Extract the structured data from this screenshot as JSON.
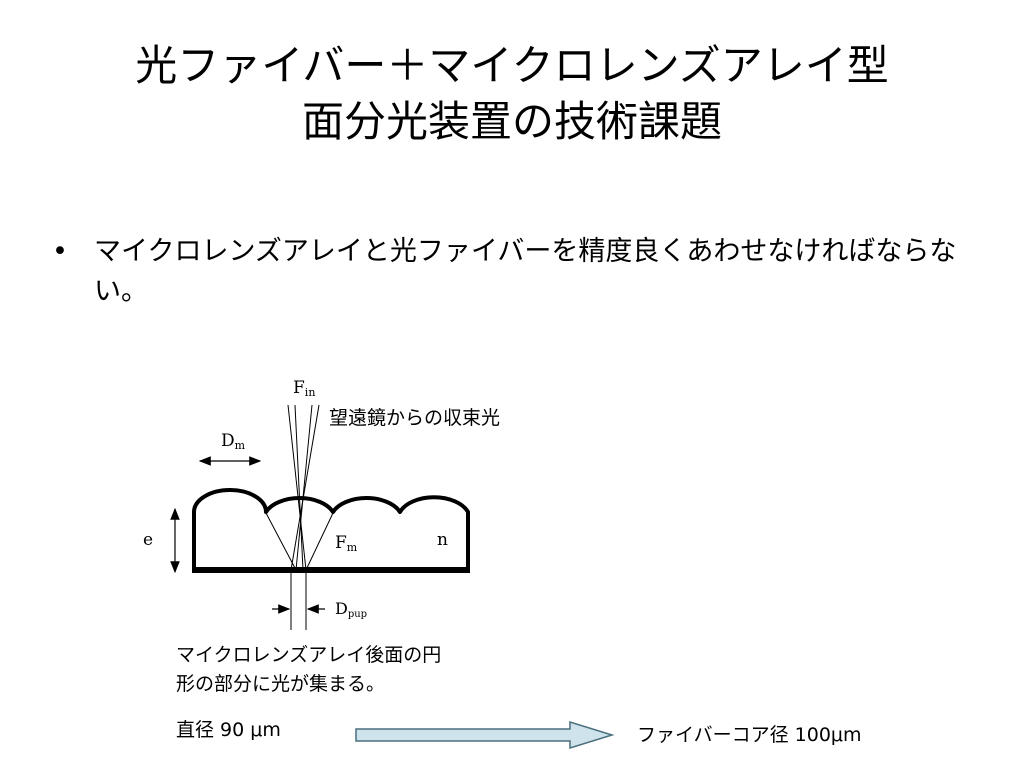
{
  "slide": {
    "title_line1": "光ファイバー＋マイクロレンズアレイ型",
    "title_line2": "面分光装置の技術課題",
    "bullet_marker": "•",
    "bullet_text": "マイクロレンズアレイと光ファイバーを精度良くあわせなければならない。"
  },
  "diagram": {
    "f_in": "F",
    "f_in_sub": "in",
    "d_m": "D",
    "d_m_sub": "m",
    "e": "e",
    "n": "n",
    "f_m": "F",
    "f_m_sub": "m",
    "d_pup": "D",
    "d_pup_sub": "pup",
    "telescope_light_label": "望遠鏡からの収束光",
    "rear_surface_line1": "マイクロレンズアレイ後面の円",
    "rear_surface_line2": "形の部分に光が集まる。",
    "diameter_label": "直径 90 μm",
    "fiber_core_label": "ファイバーコア径 100μm",
    "arrow_fill_color": "#cfe3ec",
    "arrow_stroke_color": "#4a6f7f"
  }
}
